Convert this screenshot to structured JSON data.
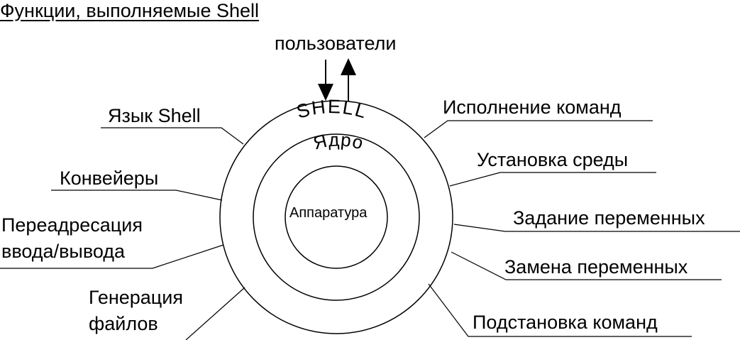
{
  "title": "Функции, выполняемые Shell",
  "users": "пользователи",
  "rings": {
    "shell": "SHELL",
    "kernel": "Ядро",
    "hardware": "Аппаратура"
  },
  "left_labels": {
    "language": "Язык Shell",
    "pipes": "Конвейеры",
    "redirect_1": "Переадресация",
    "redirect_2": "ввода/вывода",
    "filegen_1": "Генерация",
    "filegen_2": "файлов"
  },
  "right_labels": {
    "exec": "Исполнение команд",
    "env": "Установка среды",
    "vars": "Задание переменных",
    "subst_vars": "Замена переменных",
    "subst_cmd": "Подстановка команд"
  }
}
